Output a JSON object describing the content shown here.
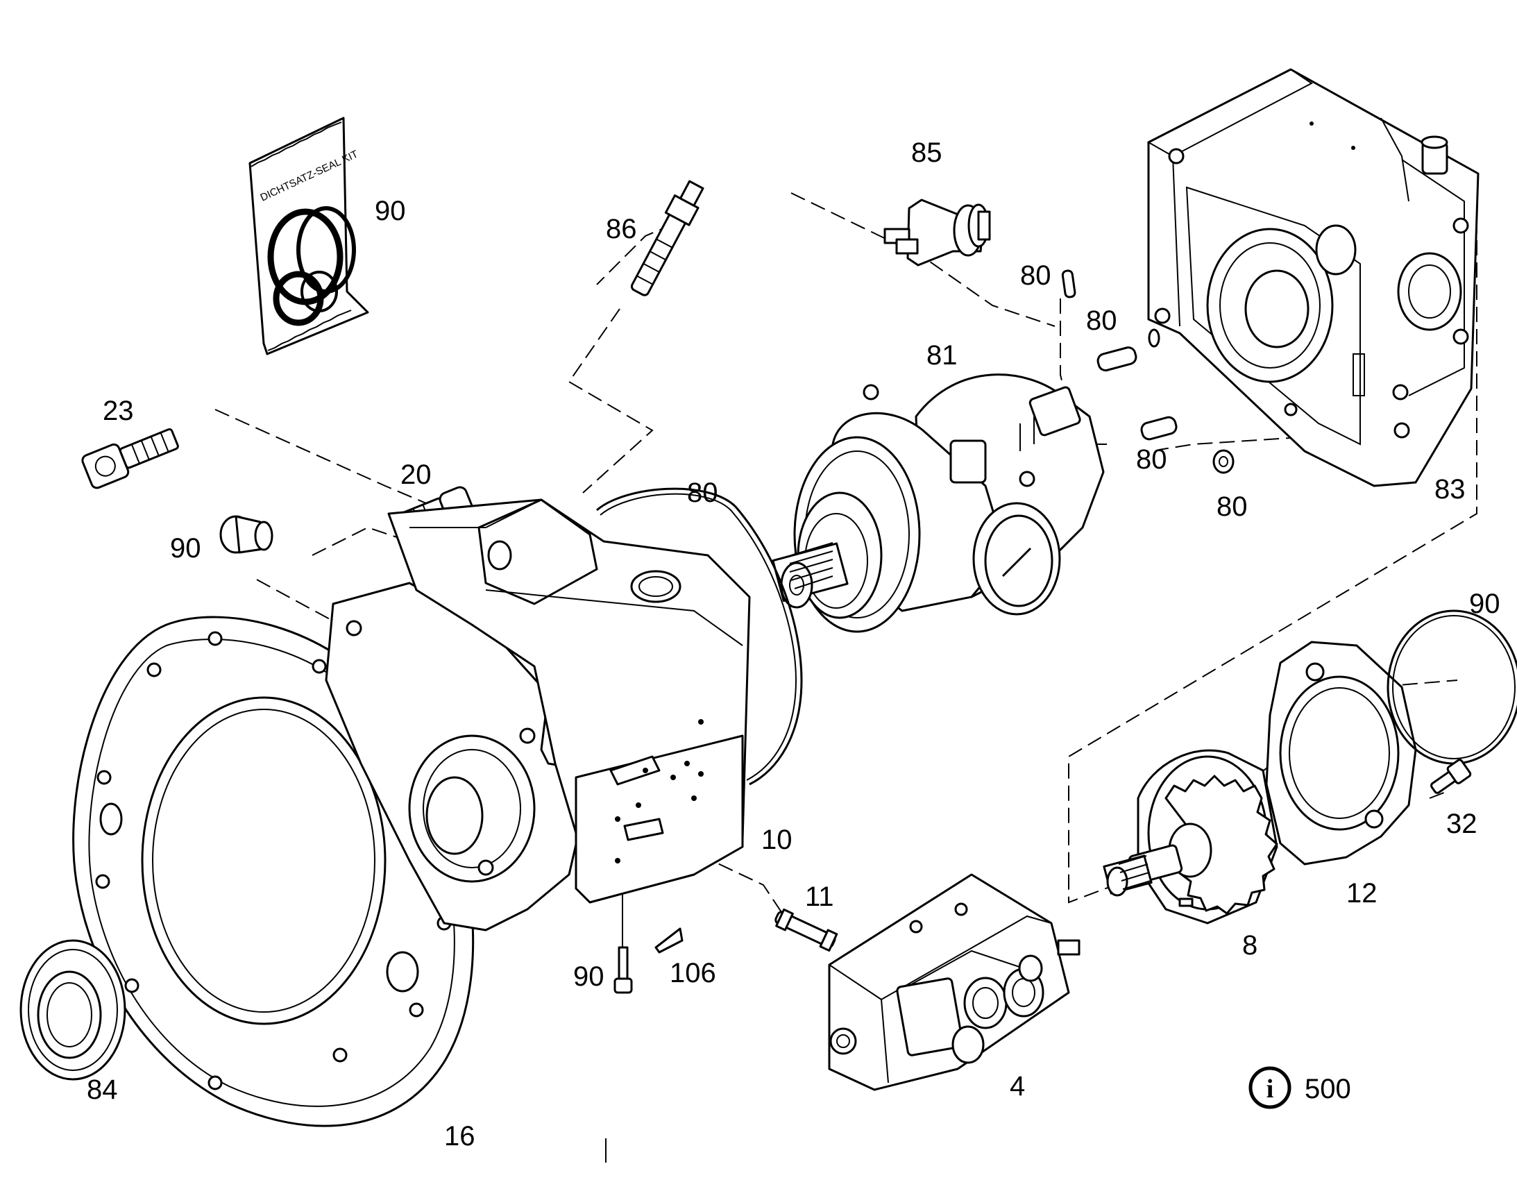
{
  "diagram": {
    "type": "exploded-parts-drawing",
    "callouts": [
      {
        "id": "c-90-sealkit",
        "text": "90"
      },
      {
        "id": "c-86",
        "text": "86"
      },
      {
        "id": "c-85",
        "text": "85"
      },
      {
        "id": "c-80-pin-top",
        "text": "80"
      },
      {
        "id": "c-80-pin-mid",
        "text": "80"
      },
      {
        "id": "c-81",
        "text": "81"
      },
      {
        "id": "c-80-pin-low",
        "text": "80"
      },
      {
        "id": "c-80-washer",
        "text": "80"
      },
      {
        "id": "c-83",
        "text": "83"
      },
      {
        "id": "c-23",
        "text": "23"
      },
      {
        "id": "c-20",
        "text": "20"
      },
      {
        "id": "c-90-plug",
        "text": "90"
      },
      {
        "id": "c-80-oring",
        "text": "80"
      },
      {
        "id": "c-90-ring",
        "text": "90"
      },
      {
        "id": "c-10",
        "text": "10"
      },
      {
        "id": "c-11",
        "text": "11"
      },
      {
        "id": "c-32",
        "text": "32"
      },
      {
        "id": "c-12",
        "text": "12"
      },
      {
        "id": "c-8",
        "text": "8"
      },
      {
        "id": "c-90-screw",
        "text": "90"
      },
      {
        "id": "c-106",
        "text": "106"
      },
      {
        "id": "c-4",
        "text": "4"
      },
      {
        "id": "c-84",
        "text": "84"
      },
      {
        "id": "c-16",
        "text": "16"
      }
    ],
    "seal_kit_label": "DICHTSATZ-SEAL KIT",
    "info": {
      "icon": "info-circle-icon",
      "text": "500"
    },
    "colors": {
      "line": "#000000",
      "background": "#ffffff"
    }
  }
}
